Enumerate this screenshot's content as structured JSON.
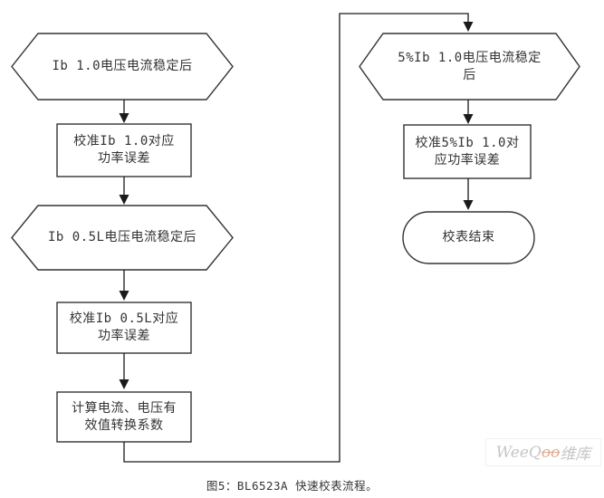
{
  "diagram": {
    "title_caption": "图5：BL6523A 快速校表流程。",
    "nodes": {
      "hex_ib10": {
        "type": "hexagon",
        "lines": [
          "Ib 1.0电压电流稳定后"
        ]
      },
      "rect_cal_ib10": {
        "type": "process",
        "lines": [
          "校准Ib 1.0对应",
          "功率误差"
        ]
      },
      "hex_ib05l": {
        "type": "hexagon",
        "lines": [
          "Ib 0.5L电压电流稳定后"
        ]
      },
      "rect_cal_ib05l": {
        "type": "process",
        "lines": [
          "校准Ib 0.5L对应",
          "功率误差"
        ]
      },
      "rect_calc_rms": {
        "type": "process",
        "lines": [
          "计算电流、电压有",
          "效值转换系数"
        ]
      },
      "hex_5ib10": {
        "type": "hexagon",
        "lines": [
          "5%Ib 1.0电压电流稳定",
          "后"
        ]
      },
      "rect_cal_5ib10": {
        "type": "process",
        "lines": [
          "校准5%Ib 1.0对",
          "应功率误差"
        ]
      },
      "term_end": {
        "type": "terminator",
        "lines": [
          "校表结束"
        ]
      }
    },
    "watermark": {
      "prefix": "WeeQ",
      "oo": "oo",
      "suffix": "维库"
    },
    "colors": {
      "shape_stroke": "#333333",
      "arrow_fill": "#1a1a1a",
      "text": "#333333",
      "watermark_gray": "#c6c6c6",
      "watermark_orange": "#dfad8e",
      "background": "#ffffff"
    }
  }
}
